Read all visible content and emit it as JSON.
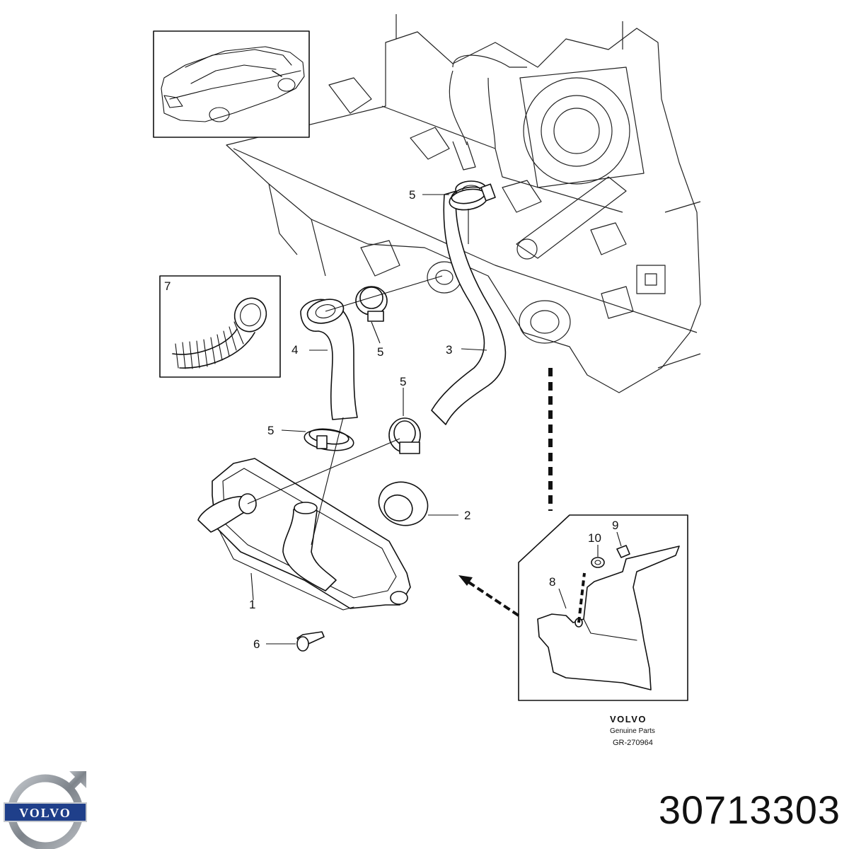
{
  "diagram": {
    "callouts": [
      {
        "id": "c1",
        "text": "1"
      },
      {
        "id": "c2",
        "text": "2"
      },
      {
        "id": "c3",
        "text": "3"
      },
      {
        "id": "c4",
        "text": "4"
      },
      {
        "id": "c5a",
        "text": "5"
      },
      {
        "id": "c5b",
        "text": "5"
      },
      {
        "id": "c5c",
        "text": "5"
      },
      {
        "id": "c5d",
        "text": "5"
      },
      {
        "id": "c6",
        "text": "6"
      },
      {
        "id": "c7",
        "text": "7"
      },
      {
        "id": "c8",
        "text": "8"
      },
      {
        "id": "c9",
        "text": "9"
      },
      {
        "id": "c10",
        "text": "10"
      }
    ],
    "brand_block": {
      "brand": "VOLVO",
      "subtitle": "Genuine Parts",
      "code": "GR-270964"
    }
  },
  "logo": {
    "wordmark": "VOLVO",
    "colors": {
      "ring": "#8a8f96",
      "band": "#1f3f8a",
      "text": "#ffffff"
    }
  },
  "part_number": "30713303"
}
